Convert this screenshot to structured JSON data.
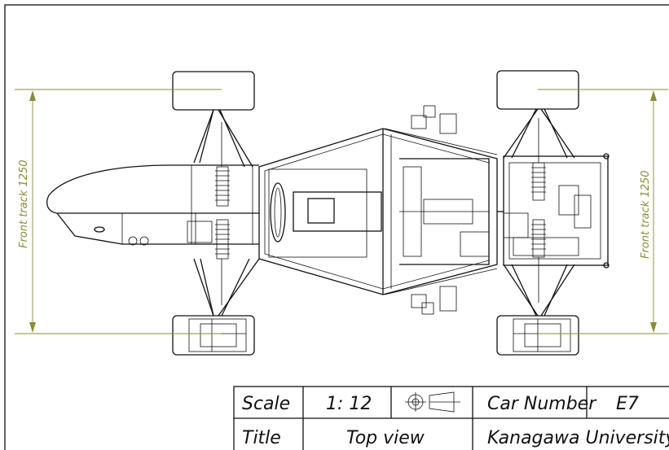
{
  "dimensions": {
    "left_label": "Front track 1250",
    "right_label": "Front track 1250"
  },
  "title_block": {
    "scale_label": "Scale",
    "scale_value": "1: 12",
    "projection_symbol": "third-angle-projection-icon",
    "car_number_label": "Car Number",
    "car_number_value": "E7",
    "title_label": "Title",
    "title_value": "Top view",
    "organization": "Kanagawa University"
  },
  "colors": {
    "line": "#111111",
    "dimension": "#8a8a3a",
    "background": "#ffffff"
  }
}
